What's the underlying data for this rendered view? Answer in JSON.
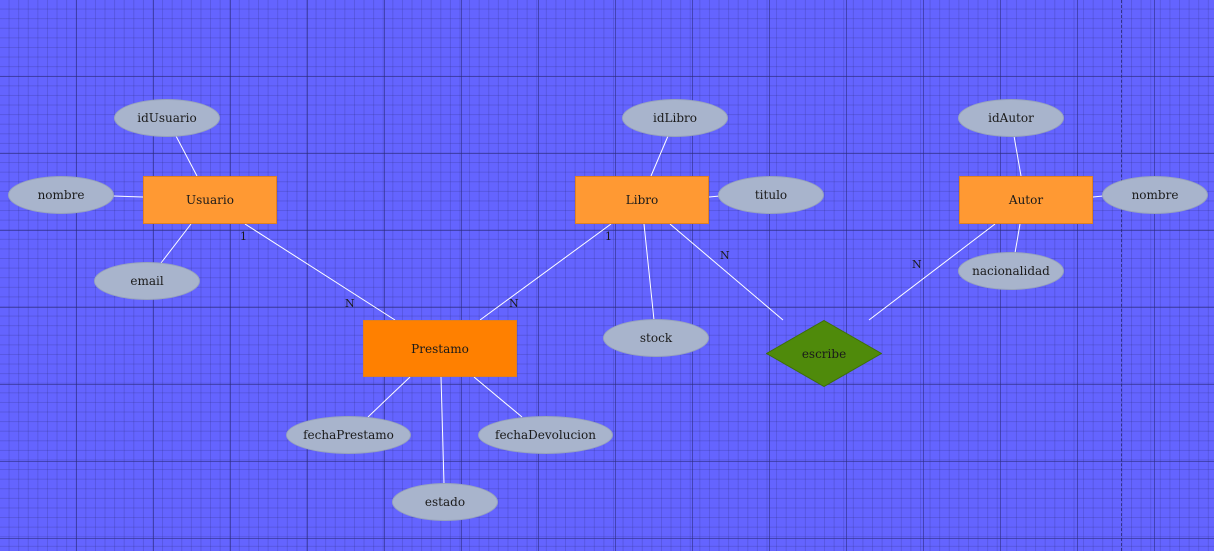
{
  "diagram": {
    "entities": {
      "usuario": "Usuario",
      "libro": "Libro",
      "autor": "Autor",
      "prestamo": "Prestamo"
    },
    "relationships": {
      "escribe": "escribe"
    },
    "attributes": {
      "usuario_id": "idUsuario",
      "usuario_nombre": "nombre",
      "usuario_email": "email",
      "libro_id": "idLibro",
      "libro_titulo": "titulo",
      "libro_stock": "stock",
      "autor_id": "idAutor",
      "autor_nombre": "nombre",
      "autor_nacionalidad": "nacionalidad",
      "prestamo_fecha": "fechaPrestamo",
      "prestamo_devolucion": "fechaDevolucion",
      "prestamo_estado": "estado"
    },
    "cardinalities": {
      "usuario_prestamo_usuario": "1",
      "usuario_prestamo_prestamo": "N",
      "libro_prestamo_libro": "1",
      "libro_prestamo_prestamo": "N",
      "libro_escribe": "N",
      "autor_escribe": "N"
    },
    "colors": {
      "canvas": "#6464ff",
      "entity": "#ff9933",
      "entity_highlight": "#ff8000",
      "attribute": "#a8b4cc",
      "relationship": "#4f8a0b",
      "connector": "#ffffff"
    }
  }
}
